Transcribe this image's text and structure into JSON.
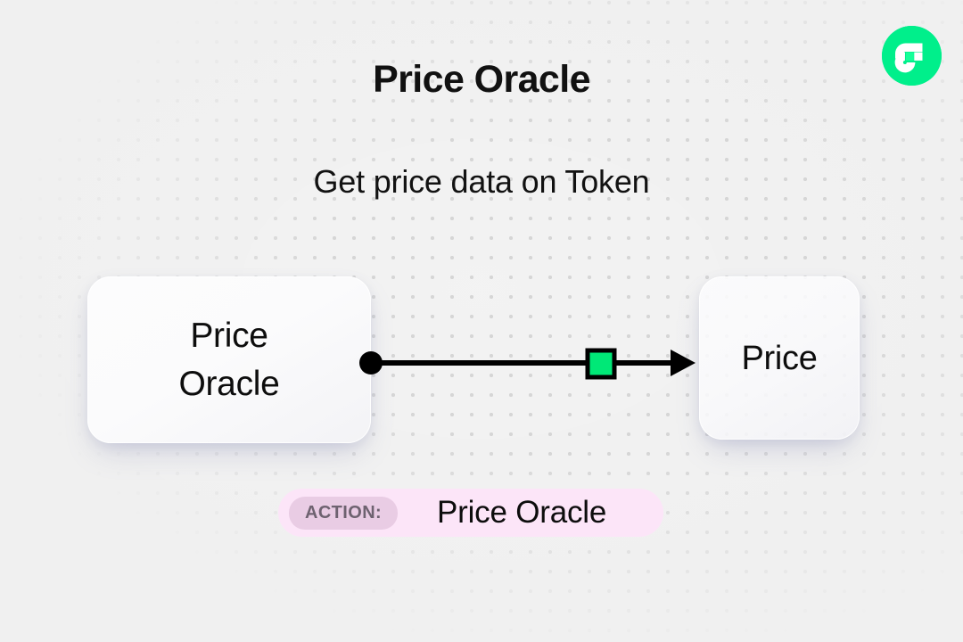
{
  "header": {
    "title": "Price Oracle",
    "subtitle": "Get price data on Token",
    "logo_icon": "flow-blockchain-logo-icon",
    "logo_color": "#00ef8b"
  },
  "diagram": {
    "source_node": {
      "label": "Price\nOracle",
      "output_port_icon": "connection-dot-icon"
    },
    "target_node": {
      "label": "Price"
    },
    "connector": {
      "midpoint_icon": "green-square-node-icon",
      "midpoint_color": "#00e877",
      "arrow_icon": "arrow-right-icon",
      "line_color": "#000000"
    }
  },
  "action_badge": {
    "chip_label": "ACTION:",
    "value": "Price Oracle",
    "badge_color": "#fce5f8",
    "chip_color": "#e9cce4"
  }
}
